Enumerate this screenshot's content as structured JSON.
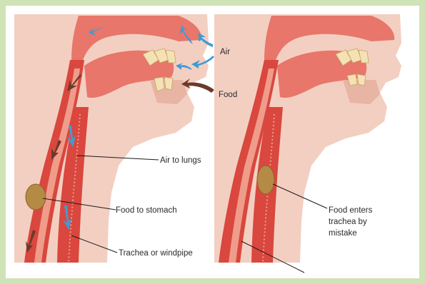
{
  "colors": {
    "frame": "#cfe3b6",
    "skin": "#f3cfc1",
    "skin_dark": "#e8b4a3",
    "tissue": "#e8766a",
    "tube": "#d9473f",
    "tube_inner": "#f09c8a",
    "food": "#b48a45",
    "teeth": "#f4e2b4",
    "arrow_air": "#3f9bd6",
    "arrow_food": "#6b3a2a"
  },
  "labels": {
    "air": "Air",
    "food": "Food",
    "air_to_lungs": "Air to lungs",
    "food_to_stomach": "Food to stomach",
    "trachea": "Trachea or windpipe",
    "mistake_line1": "Food enters",
    "mistake_line2": "trachea by",
    "mistake_line3": "mistake"
  }
}
